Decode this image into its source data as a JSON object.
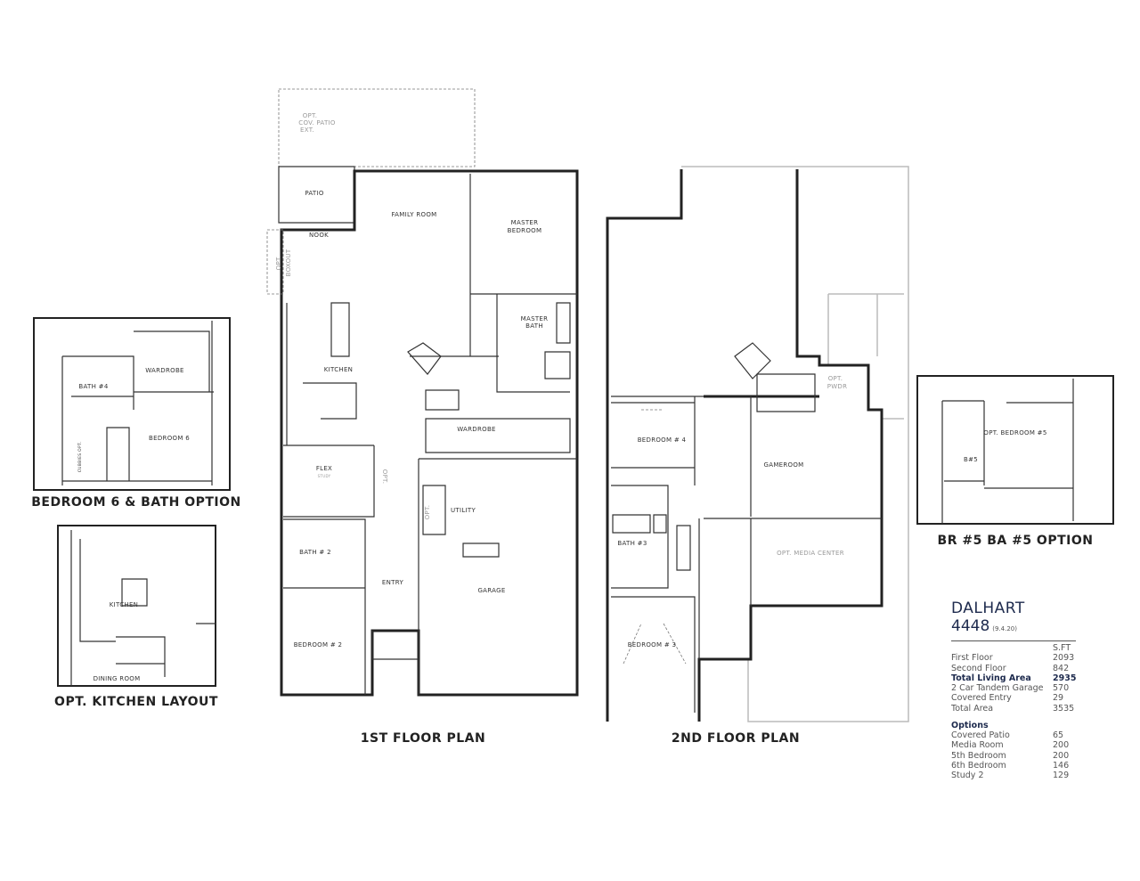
{
  "first_floor": {
    "caption": "1ST FLOOR PLAN",
    "rooms": {
      "opt_patio_1": "OPT.",
      "opt_patio_2": "COV. PATIO",
      "opt_patio_3": "EXT.",
      "patio": "PATIO",
      "nook": "NOOK",
      "boxout_1": "OPT.",
      "boxout_2": "BOXOUT",
      "family_room": "FAMILY ROOM",
      "master_bedroom_1": "MASTER",
      "master_bedroom_2": "BEDROOM",
      "master_bath_1": "MASTER",
      "master_bath_2": "BATH",
      "kitchen": "KITCHEN",
      "wardrobe": "WARDROBE",
      "flex": "FLEX",
      "flex_sub": "STUDY",
      "opt_door": "OPT.",
      "utility": "UTILITY",
      "opt_utility": "OPT.",
      "bath2": "BATH #  2",
      "entry": "ENTRY",
      "garage": "GARAGE",
      "bedroom2": "BEDROOM #  2"
    }
  },
  "second_floor": {
    "caption": "2ND FLOOR PLAN",
    "rooms": {
      "opt_pwdr_1": "OPT.",
      "opt_pwdr_2": "PWDR",
      "bedroom4": "BEDROOM # 4",
      "gameroom": "GAMEROOM",
      "bath3": "BATH #3",
      "media": "OPT. MEDIA CENTER",
      "bedroom3": "BEDROOM # 3"
    }
  },
  "insets": {
    "bedroom6": {
      "caption": "BEDROOM 6 & BATH OPTION",
      "wardrobe": "WARDROBE",
      "bath4": "BATH #4",
      "bedroom6": "BEDROOM 6",
      "cubbies": "CUBBIES OPT."
    },
    "kitchen": {
      "caption": "OPT. KITCHEN LAYOUT",
      "kitchen": "KITCHEN",
      "dining": "DINING ROOM"
    },
    "br5": {
      "caption": "BR #5 BA #5 OPTION",
      "bedroom5": "OPT. BEDROOM #5",
      "bath5": "B#5"
    }
  },
  "legend": {
    "name": "DALHART",
    "plan_number": "4448",
    "revision": "(9.4.20)",
    "unit_header": "S.FT",
    "areas": [
      {
        "label": "First Floor",
        "value": "2093"
      },
      {
        "label": "Second Floor",
        "value": "842"
      },
      {
        "label": "Total Living Area",
        "value": "2935",
        "bold": true
      },
      {
        "label": "2 Car Tandem Garage",
        "value": "570"
      },
      {
        "label": "Covered Entry",
        "value": "29"
      },
      {
        "label": "Total Area",
        "value": "3535"
      }
    ],
    "options_header": "Options",
    "options": [
      {
        "label": "Covered Patio",
        "value": "65"
      },
      {
        "label": "Media Room",
        "value": "200"
      },
      {
        "label": "5th Bedroom",
        "value": "200"
      },
      {
        "label": "6th Bedroom",
        "value": "146"
      },
      {
        "label": "Study 2",
        "value": "129"
      }
    ],
    "accent_color": "#1d2a4d"
  }
}
